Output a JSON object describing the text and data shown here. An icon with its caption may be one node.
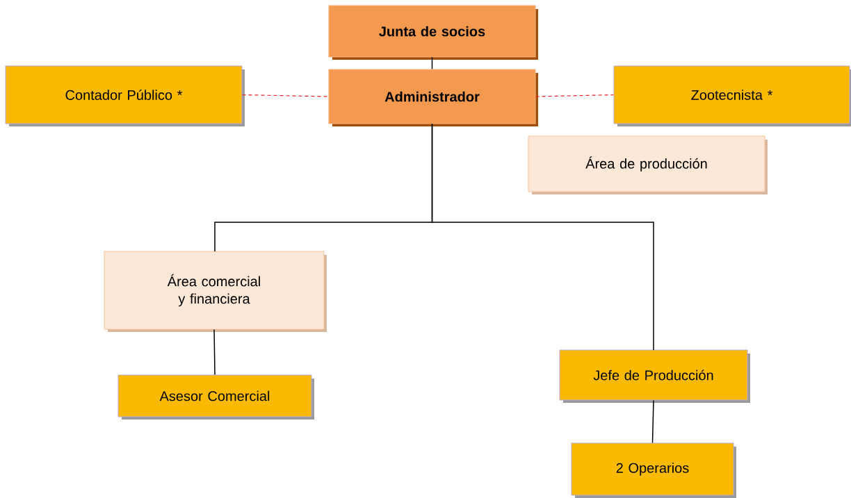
{
  "diagram": {
    "nodes": [
      {
        "text": [
          "Junta de socios"
        ]
      },
      {
        "text": [
          "Contador Público *"
        ]
      },
      {
        "text": [
          "Administrador"
        ]
      },
      {
        "text": [
          "Zootecnista *"
        ]
      },
      {
        "text": [
          "Área de producción"
        ]
      },
      {
        "text": [
          "Área comercial y financiera"
        ]
      },
      {
        "text": [
          "Asesor Comercial"
        ]
      },
      {
        "text": [
          "Jefe de Producción"
        ]
      },
      {
        "text": [
          "2 Operarios"
        ]
      }
    ],
    "edges": [
      {
        "from": 0,
        "to": 2,
        "arrow": "none"
      },
      {
        "from": 1,
        "to": 2,
        "arrow": "none",
        "style": "dashed",
        "color": "#e8202a"
      },
      {
        "from": 2,
        "to": 3,
        "arrow": "none",
        "style": "dashed",
        "color": "#e8202a"
      },
      {
        "from": 2,
        "to": 5,
        "arrow": "none"
      },
      {
        "from": 2,
        "to": 7,
        "arrow": "none"
      },
      {
        "from": 5,
        "to": 6,
        "arrow": "none"
      },
      {
        "from": 7,
        "to": 8,
        "arrow": "none"
      }
    ]
  }
}
